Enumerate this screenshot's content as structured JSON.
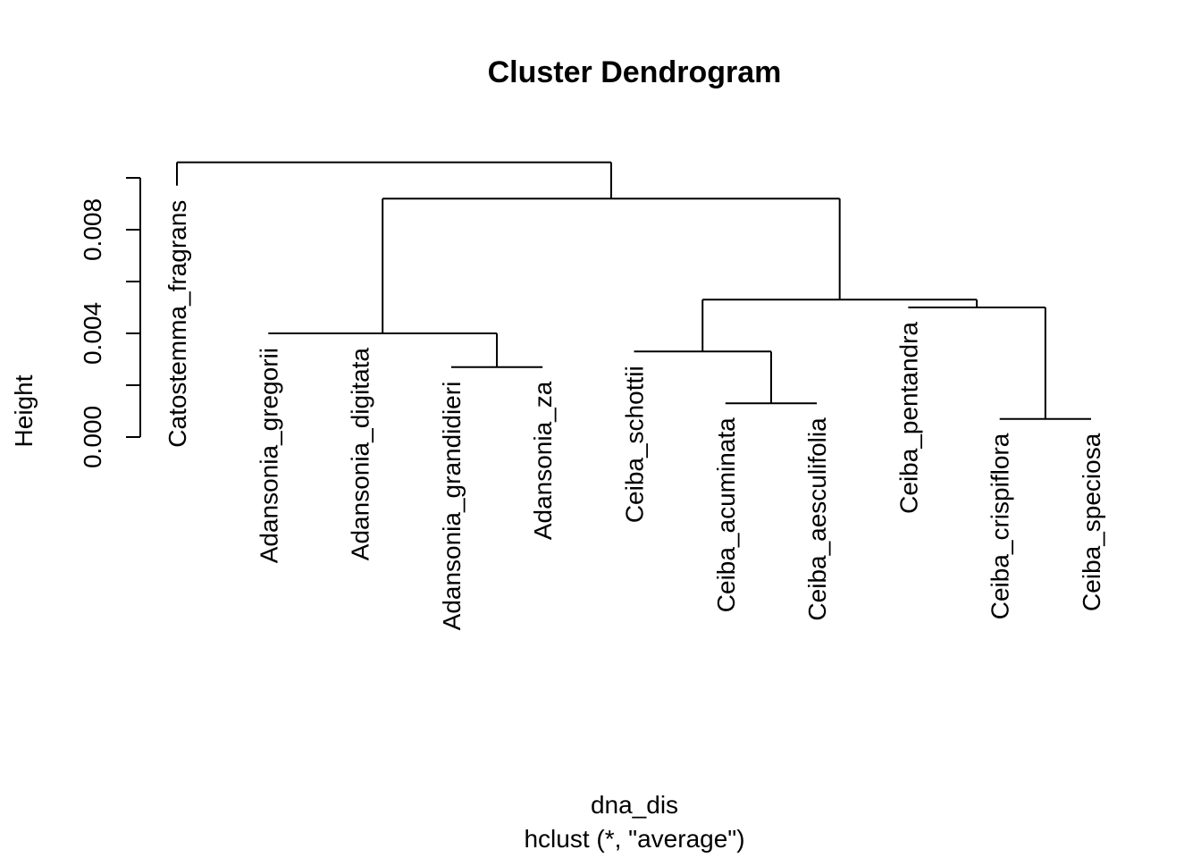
{
  "chart_data": {
    "type": "dendrogram",
    "title": "Cluster Dendrogram",
    "ylabel": "Height",
    "xlabel": "dna_dis",
    "sub": "hclust (*, \"average\")",
    "ylim": [
      0,
      0.0102
    ],
    "yticks": [
      0,
      0.002,
      0.004,
      0.006,
      0.008,
      0.01
    ],
    "ytick_labels": [
      "0.000",
      "",
      "0.004",
      "",
      "0.008",
      ""
    ],
    "leaves": [
      {
        "label": "Catostemma_fragrans",
        "height": 0.0097
      },
      {
        "label": "Adansonia_gregorii",
        "height": 0.004
      },
      {
        "label": "Adansonia_digitata",
        "height": 0.004
      },
      {
        "label": "Adansonia_grandidieri",
        "height": 0.0027
      },
      {
        "label": "Adansonia_za",
        "height": 0.0027
      },
      {
        "label": "Ceiba_schottii",
        "height": 0.0033
      },
      {
        "label": "Ceiba_acuminata",
        "height": 0.0013
      },
      {
        "label": "Ceiba_aesculifolia",
        "height": 0.0013
      },
      {
        "label": "Ceiba_pentandra",
        "height": 0.005
      },
      {
        "label": "Ceiba_crispiflora",
        "height": 0.0007
      },
      {
        "label": "Ceiba_speciosa",
        "height": 0.0007
      }
    ],
    "merges": [
      {
        "left": 9,
        "right": 10,
        "height": 0.0007
      },
      {
        "left": 6,
        "right": 7,
        "height": 0.0013
      },
      {
        "left": 3,
        "right": 4,
        "height": 0.0027
      },
      {
        "left": 5,
        "right": "m1",
        "height": 0.0033
      },
      {
        "left": 1,
        "right": 2,
        "left_group": [
          1,
          2,
          "m2"
        ],
        "height": 0.004,
        "members": [
          1,
          2,
          "m2"
        ]
      },
      {
        "left": 8,
        "right": "m0",
        "height": 0.005
      },
      {
        "left": "m3",
        "right": "m5",
        "height": 0.0053
      },
      {
        "left": "m4",
        "right": "m6",
        "height": 0.0092
      },
      {
        "left": 0,
        "right": "m7",
        "height": 0.0106
      }
    ]
  }
}
